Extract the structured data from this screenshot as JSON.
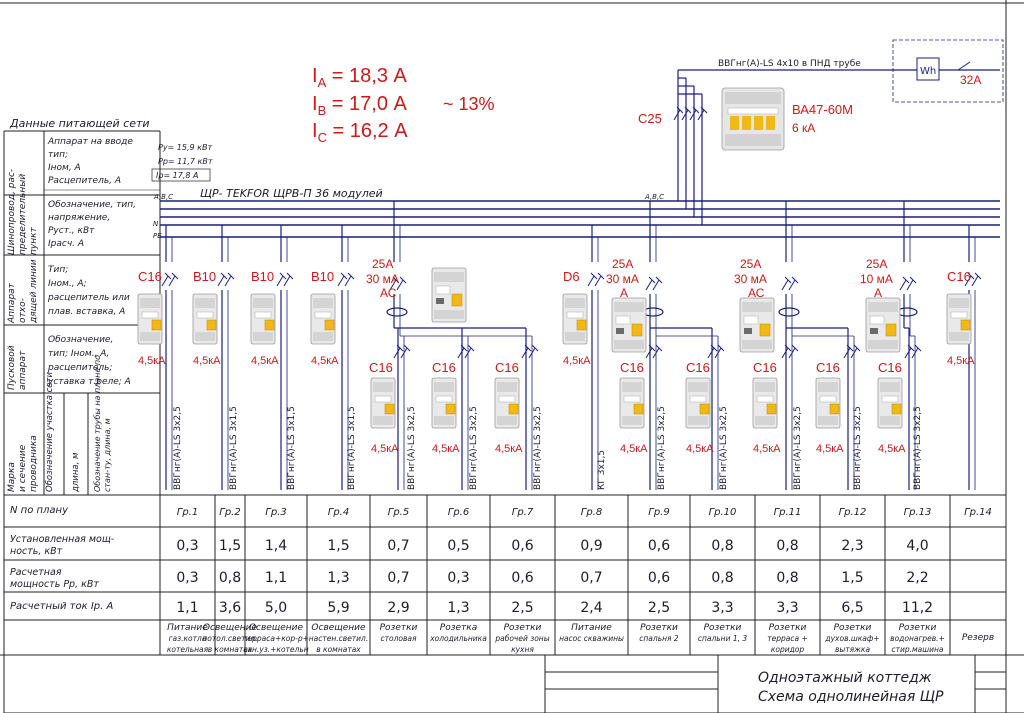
{
  "currents": {
    "phase_a": "I<sub>A</sub> = 18,3 А",
    "a_label": "I",
    "a_sub": "A",
    "a_val": " = 18,3 А",
    "b_label": "I",
    "b_sub": "B",
    "b_val": " = 17,0 А",
    "c_label": "I",
    "c_sub": "C",
    "c_val": " = 16,2 А",
    "imbalance": "~ 13%"
  },
  "supply": {
    "cable": "ВВГнг(А)-LS  4x10 в ПНД трубе",
    "meter": "Wh",
    "breaker_rating": "32А",
    "main_breaker_group": "C25",
    "main_breaker_model": "ВА47-60М",
    "main_breaker_capacity": "6 кА",
    "bus_phases_left": "A,B,C",
    "bus_phases_right": "A,B,C",
    "n_label": "N",
    "pe_label": "PE"
  },
  "board": {
    "title": "ЩР- TEKFOR ЩРВ-П 36 модулей",
    "pu": "Pу= 15,9 кВт",
    "pr": "Pр= 11,7 кВт",
    "ir": "Iр= 17,8 А"
  },
  "left_panel": {
    "supply_header": "Данные питающей сети",
    "bus_group": "Шинопровод, рас-пределительный пункт",
    "bus_row1": [
      "Аппарат на вводе",
      "тип;",
      "Iном, А",
      "Расцепитель, А"
    ],
    "bus_row2": [
      "Обозначение, тип,",
      "напряжение,",
      "Руст., кВт",
      "Iрасч. А"
    ],
    "outgoing_group": "Аппарат отхо-дящей линии",
    "outgoing_row": [
      "Тип;",
      "Iном., А;",
      "расцепитель или",
      "плав. вставка, А"
    ],
    "starter_group": "Пусковой аппарат",
    "starter_row": [
      "Обозначение,",
      "тип; Iном., А,",
      "расцепитель;",
      "уставка т.реле; А"
    ],
    "cable_group": "Марка и сечение проводника",
    "cable_row": "Обозначение участка сети",
    "cable_row2": "длина, м",
    "cable_row3": "Обозначение трубы на плане по стан-ту, длина, м"
  },
  "breakers_top": [
    {
      "label": "C16",
      "ka": "4,5кА"
    },
    {
      "label": "B10",
      "ka": "4,5кА"
    },
    {
      "label": "B10",
      "ka": "4,5кА"
    },
    {
      "label": "B10",
      "ka": "4,5кА"
    },
    {
      "label": "D6",
      "ka": "4,5кА"
    },
    {
      "label": "C16",
      "ka": "4,5кА"
    }
  ],
  "rcds": [
    {
      "rating": "25А",
      "leak": "30 мА",
      "type": "АС"
    },
    {
      "rating": "25А",
      "leak": "30 мА",
      "type": "А"
    },
    {
      "rating": "25А",
      "leak": "30 мА",
      "type": "АС"
    },
    {
      "rating": "25А",
      "leak": "10 мА",
      "type": "А"
    }
  ],
  "breakers_bottom": [
    {
      "label": "C16",
      "ka": "4,5кА"
    },
    {
      "label": "C16",
      "ka": "4,5кА"
    },
    {
      "label": "C16",
      "ka": "4,5кА"
    },
    {
      "label": "C16",
      "ka": "4,5кА"
    },
    {
      "label": "C16",
      "ka": "4,5кА"
    },
    {
      "label": "C16",
      "ka": "4,5кА"
    },
    {
      "label": "C16",
      "ka": "4,5кА"
    },
    {
      "label": "C16",
      "ka": "4,5кА"
    }
  ],
  "cables": [
    "ВВГнг(А)-LS 3x2,5",
    "ВВГнг(А)-LS 3x1,5",
    "ВВГнг(А)-LS 3x1,5",
    "ВВГнг(А)-LS 3x1,5",
    "ВВГнг(А)-LS 3x2,5",
    "ВВГнг(А)-LS 3x2,5",
    "ВВГнг(А)-LS 3x2,5",
    "КГ 3x1,5",
    "ВВГнг(А)-LS 3x2,5",
    "ВВГнг(А)-LS 3x2,5",
    "ВВГнг(А)-LS 3x2,5",
    "ВВГнг(А)-LS 3x2,5",
    "ВВГнг(А)-LS 3x2,5"
  ],
  "table": {
    "row_labels": [
      "N по плану",
      "Установленная мощ-ность, кВт",
      "Расчетная мощность Рр, кВт",
      "Расчетный ток Iр. А"
    ],
    "groups": [
      "Гр.1",
      "Гр.2",
      "Гр.3",
      "Гр.4",
      "Гр.5",
      "Гр.6",
      "Гр.7",
      "Гр.8",
      "Гр.9",
      "Гр.10",
      "Гр.11",
      "Гр.12",
      "Гр.13",
      "Гр.14"
    ],
    "installed": [
      "0,3",
      "1,5",
      "1,4",
      "1,5",
      "0,7",
      "0,5",
      "0,6",
      "0,9",
      "0,6",
      "0,8",
      "0,8",
      "2,3",
      "4,0",
      ""
    ],
    "calc_power": [
      "0,3",
      "0,8",
      "1,1",
      "1,3",
      "0,7",
      "0,3",
      "0,6",
      "0,7",
      "0,6",
      "0,8",
      "0,8",
      "1,5",
      "2,2",
      ""
    ],
    "calc_current": [
      "1,1",
      "3,6",
      "5,0",
      "5,9",
      "2,9",
      "1,3",
      "2,5",
      "2,4",
      "2,5",
      "3,3",
      "3,3",
      "6,5",
      "11,2",
      ""
    ],
    "names": [
      [
        "Питание",
        "газ.котла",
        "котельная"
      ],
      [
        "Освещение",
        "потол.светил.",
        "в комнатах"
      ],
      [
        "Освещение",
        "терраса+кор-р+",
        "сан.уз.+котельн"
      ],
      [
        "Освещение",
        "настен.светил.",
        "в комнатах"
      ],
      [
        "Розетки",
        "столовая",
        ""
      ],
      [
        "Розетка",
        "холодильника",
        ""
      ],
      [
        "Розетки",
        "рабочей зоны",
        "кухня"
      ],
      [
        "Питание",
        "насос скважины",
        ""
      ],
      [
        "Розетки",
        "спальня 2",
        ""
      ],
      [
        "Розетки",
        "спальни 1, 3",
        ""
      ],
      [
        "Розетки",
        "терраса +",
        "коридор"
      ],
      [
        "Розетки",
        "духов.шкаф+",
        "вытяжка"
      ],
      [
        "Розетки",
        "водонагрев.+",
        "стир.машина"
      ],
      [
        "Резерв",
        "",
        ""
      ]
    ]
  },
  "stamp": {
    "line1": "Одноэтажный коттедж",
    "line2": "Схема однолинейная ЩР"
  }
}
